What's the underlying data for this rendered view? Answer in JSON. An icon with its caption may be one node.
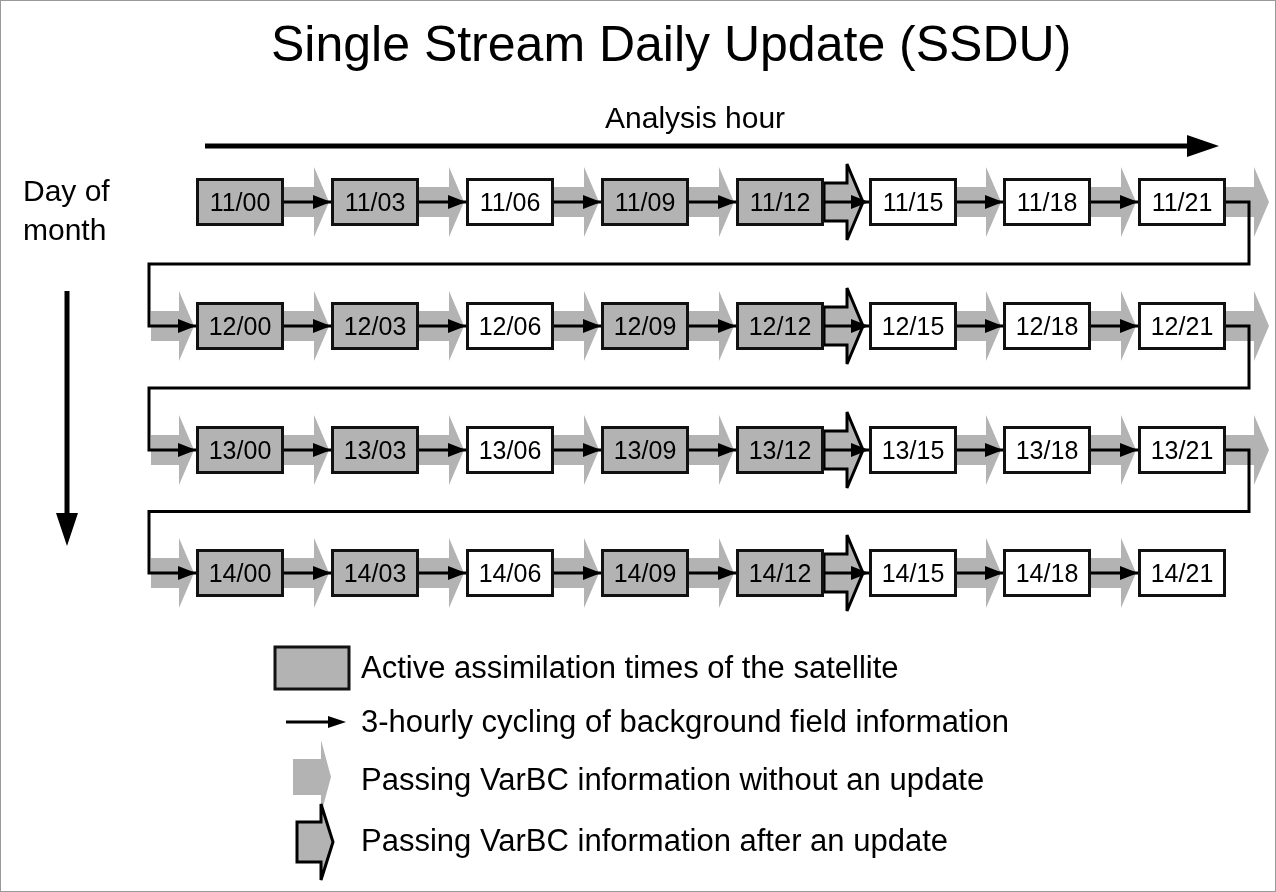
{
  "diagram": {
    "title": "Single Stream Daily Update (SSDU)",
    "nodes": [
      {
        "text": [
          "11/00"
        ]
      },
      {
        "text": [
          "11/03"
        ]
      },
      {
        "text": [
          "11/06"
        ]
      },
      {
        "text": [
          "11/09"
        ]
      },
      {
        "text": [
          "11/12"
        ]
      },
      {
        "text": [
          "11/15"
        ]
      },
      {
        "text": [
          "11/18"
        ]
      },
      {
        "text": [
          "11/21"
        ]
      },
      {
        "text": [
          "12/00"
        ]
      },
      {
        "text": [
          "12/03"
        ]
      },
      {
        "text": [
          "12/06"
        ]
      },
      {
        "text": [
          "12/09"
        ]
      },
      {
        "text": [
          "12/12"
        ]
      },
      {
        "text": [
          "12/15"
        ]
      },
      {
        "text": [
          "12/18"
        ]
      },
      {
        "text": [
          "12/21"
        ]
      },
      {
        "text": [
          "13/00"
        ]
      },
      {
        "text": [
          "13/03"
        ]
      },
      {
        "text": [
          "13/06"
        ]
      },
      {
        "text": [
          "13/09"
        ]
      },
      {
        "text": [
          "13/12"
        ]
      },
      {
        "text": [
          "13/15"
        ]
      },
      {
        "text": [
          "13/18"
        ]
      },
      {
        "text": [
          "13/21"
        ]
      },
      {
        "text": [
          "14/00"
        ]
      },
      {
        "text": [
          "14/03"
        ]
      },
      {
        "text": [
          "14/06"
        ]
      },
      {
        "text": [
          "14/09"
        ]
      },
      {
        "text": [
          "14/12"
        ]
      },
      {
        "text": [
          "14/15"
        ]
      },
      {
        "text": [
          "14/18"
        ]
      },
      {
        "text": [
          "14/21"
        ]
      }
    ],
    "edges": [
      {
        "from": 0,
        "to": 1,
        "arrow": "to"
      },
      {
        "from": 1,
        "to": 2,
        "arrow": "to"
      },
      {
        "from": 2,
        "to": 3,
        "arrow": "to"
      },
      {
        "from": 3,
        "to": 4,
        "arrow": "to"
      },
      {
        "from": 4,
        "to": 5,
        "arrow": "to"
      },
      {
        "from": 5,
        "to": 6,
        "arrow": "to"
      },
      {
        "from": 6,
        "to": 7,
        "arrow": "to"
      },
      {
        "from": 7,
        "to": 8,
        "arrow": "to"
      },
      {
        "from": 8,
        "to": 9,
        "arrow": "to"
      },
      {
        "from": 9,
        "to": 10,
        "arrow": "to"
      },
      {
        "from": 10,
        "to": 11,
        "arrow": "to"
      },
      {
        "from": 11,
        "to": 12,
        "arrow": "to"
      },
      {
        "from": 12,
        "to": 13,
        "arrow": "to"
      },
      {
        "from": 13,
        "to": 14,
        "arrow": "to"
      },
      {
        "from": 14,
        "to": 15,
        "arrow": "to"
      },
      {
        "from": 15,
        "to": 16,
        "arrow": "to"
      },
      {
        "from": 16,
        "to": 17,
        "arrow": "to"
      },
      {
        "from": 17,
        "to": 18,
        "arrow": "to"
      },
      {
        "from": 18,
        "to": 19,
        "arrow": "to"
      },
      {
        "from": 19,
        "to": 20,
        "arrow": "to"
      },
      {
        "from": 20,
        "to": 21,
        "arrow": "to"
      },
      {
        "from": 21,
        "to": 22,
        "arrow": "to"
      },
      {
        "from": 22,
        "to": 23,
        "arrow": "to"
      },
      {
        "from": 23,
        "to": 24,
        "arrow": "to"
      },
      {
        "from": 24,
        "to": 25,
        "arrow": "to"
      },
      {
        "from": 25,
        "to": 26,
        "arrow": "to"
      },
      {
        "from": 26,
        "to": 27,
        "arrow": "to"
      },
      {
        "from": 27,
        "to": 28,
        "arrow": "to"
      },
      {
        "from": 28,
        "to": 29,
        "arrow": "to"
      },
      {
        "from": 29,
        "to": 30,
        "arrow": "to"
      },
      {
        "from": 30,
        "to": 31,
        "arrow": "to"
      },
      {
        "from": 0,
        "to": 1,
        "arrow": "to",
        "style": "thick",
        "color": "#b3b3b3"
      },
      {
        "from": 1,
        "to": 2,
        "arrow": "to",
        "style": "thick",
        "color": "#b3b3b3"
      },
      {
        "from": 2,
        "to": 3,
        "arrow": "to",
        "style": "thick",
        "color": "#b3b3b3"
      },
      {
        "from": 3,
        "to": 4,
        "arrow": "to",
        "style": "thick",
        "color": "#b3b3b3"
      },
      {
        "from": 4,
        "to": 5,
        "arrow": "to",
        "style": "thick",
        "color": "#b3b3b3"
      },
      {
        "from": 5,
        "to": 6,
        "arrow": "to",
        "style": "thick",
        "color": "#b3b3b3"
      },
      {
        "from": 6,
        "to": 7,
        "arrow": "to",
        "style": "thick",
        "color": "#b3b3b3"
      },
      {
        "from": 7,
        "to": null,
        "arrow": "to",
        "style": "thick",
        "color": "#b3b3b3"
      },
      {
        "from": null,
        "to": 8,
        "arrow": "to",
        "style": "thick",
        "color": "#b3b3b3"
      },
      {
        "from": 8,
        "to": 9,
        "arrow": "to",
        "style": "thick",
        "color": "#b3b3b3"
      },
      {
        "from": 9,
        "to": 10,
        "arrow": "to",
        "style": "thick",
        "color": "#b3b3b3"
      },
      {
        "from": 10,
        "to": 11,
        "arrow": "to",
        "style": "thick",
        "color": "#b3b3b3"
      },
      {
        "from": 11,
        "to": 12,
        "arrow": "to",
        "style": "thick",
        "color": "#b3b3b3"
      },
      {
        "from": 12,
        "to": 13,
        "arrow": "to",
        "style": "thick",
        "color": "#b3b3b3"
      },
      {
        "from": 13,
        "to": 14,
        "arrow": "to",
        "style": "thick",
        "color": "#b3b3b3"
      },
      {
        "from": 14,
        "to": 15,
        "arrow": "to",
        "style": "thick",
        "color": "#b3b3b3"
      },
      {
        "from": 15,
        "to": null,
        "arrow": "to",
        "style": "thick",
        "color": "#b3b3b3"
      },
      {
        "from": null,
        "to": 16,
        "arrow": "to",
        "style": "thick",
        "color": "#b3b3b3"
      },
      {
        "from": 16,
        "to": 17,
        "arrow": "to",
        "style": "thick",
        "color": "#b3b3b3"
      },
      {
        "from": 17,
        "to": 18,
        "arrow": "to",
        "style": "thick",
        "color": "#b3b3b3"
      },
      {
        "from": 18,
        "to": 19,
        "arrow": "to",
        "style": "thick",
        "color": "#b3b3b3"
      },
      {
        "from": 19,
        "to": 20,
        "arrow": "to",
        "style": "thick",
        "color": "#b3b3b3"
      },
      {
        "from": 20,
        "to": 21,
        "arrow": "to",
        "style": "thick",
        "color": "#b3b3b3"
      },
      {
        "from": 21,
        "to": 22,
        "arrow": "to",
        "style": "thick",
        "color": "#b3b3b3"
      },
      {
        "from": 22,
        "to": 23,
        "arrow": "to",
        "style": "thick",
        "color": "#b3b3b3"
      },
      {
        "from": 23,
        "to": null,
        "arrow": "to",
        "style": "thick",
        "color": "#b3b3b3"
      },
      {
        "from": null,
        "to": 24,
        "arrow": "to",
        "style": "thick",
        "color": "#b3b3b3"
      },
      {
        "from": 24,
        "to": 25,
        "arrow": "to",
        "style": "thick",
        "color": "#b3b3b3"
      },
      {
        "from": 25,
        "to": 26,
        "arrow": "to",
        "style": "thick",
        "color": "#b3b3b3"
      },
      {
        "from": 26,
        "to": 27,
        "arrow": "to",
        "style": "thick",
        "color": "#b3b3b3"
      },
      {
        "from": 27,
        "to": 28,
        "arrow": "to",
        "style": "thick",
        "color": "#b3b3b3"
      },
      {
        "from": 28,
        "to": 29,
        "arrow": "to",
        "style": "thick",
        "color": "#b3b3b3"
      },
      {
        "from": 29,
        "to": 30,
        "arrow": "to",
        "style": "thick",
        "color": "#b3b3b3"
      },
      {
        "from": 30,
        "to": 31,
        "arrow": "to",
        "style": "thick",
        "color": "#b3b3b3"
      }
    ],
    "labels": [
      "Analysis hour",
      "Day of month"
    ],
    "legend": [
      {
        "text": "Active assimilation times of the satellite",
        "color": "#b3b3b3"
      },
      {
        "text": "3-hourly cycling of background field information"
      },
      {
        "text": "Passing VarBC information without an update"
      },
      {
        "text": "Passing VarBC information after an update"
      }
    ]
  }
}
